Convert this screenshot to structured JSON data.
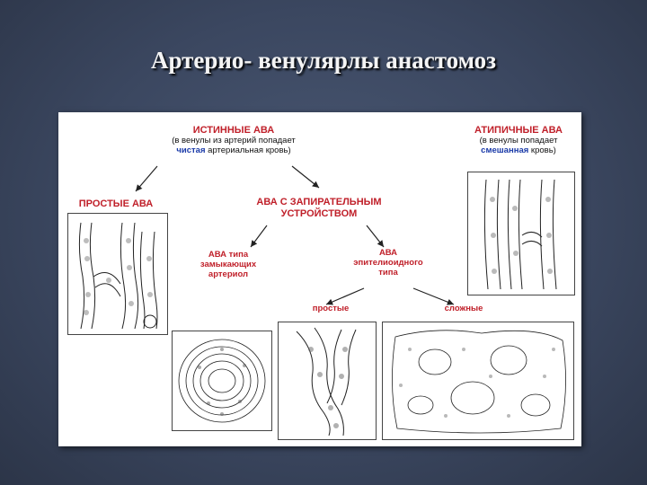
{
  "slide": {
    "title": "Артерио- венулярлы анастомоз"
  },
  "diagram": {
    "true_ava": {
      "title": "ИСТИННЫЕ АВА",
      "line1": "(в венулы из артерий попадает",
      "emph": "чистая",
      "line2_rest": " артериальная кровь)"
    },
    "atypical_ava": {
      "title": "АТИПИЧНЫЕ АВА",
      "line1": "(в венулы попадает",
      "emph": "смешанная",
      "line2_rest": " кровь)"
    },
    "simple_ava": "ПРОСТЫЕ АВА",
    "locking_ava": {
      "line1": "АВА С ЗАПИРАТЕЛЬНЫМ",
      "line2": "УСТРОЙСТВОМ"
    },
    "closing_arterioles": {
      "line1": "АВА типа",
      "line2": "замыкающих",
      "line3": "артериол"
    },
    "epithelioid": {
      "line1": "АВА",
      "line2": "эпителиоидного",
      "line3": "типа"
    },
    "simple_sub": "простые",
    "complex_sub": "сложные"
  }
}
